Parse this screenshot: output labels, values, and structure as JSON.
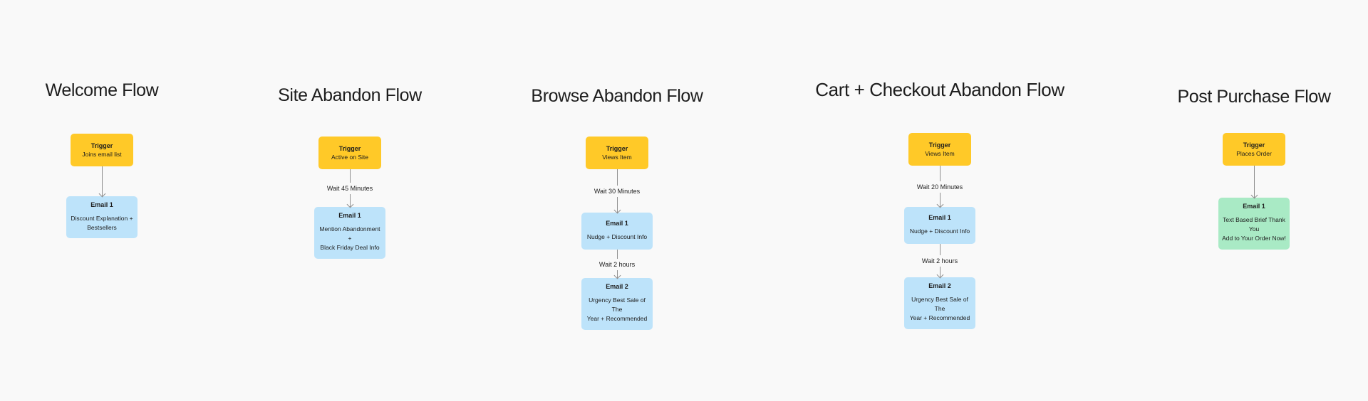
{
  "colors": {
    "background": "#F9F9F9",
    "trigger": "#FFC928",
    "email": "#BDE3FA",
    "email_green": "#A9EAC5",
    "arrow": "#8F8F8F",
    "text": "#1D1D1D"
  },
  "flows": [
    {
      "title": "Welcome Flow",
      "trigger": {
        "label": "Trigger",
        "event": "Joins email list"
      },
      "steps": [
        {
          "wait": "",
          "email": {
            "label": "Email 1",
            "desc": "Discount Explanation +\nBestsellers"
          }
        }
      ]
    },
    {
      "title": "Site Abandon Flow",
      "trigger": {
        "label": "Trigger",
        "event": "Active on Site"
      },
      "steps": [
        {
          "wait": "Wait 45 Minutes",
          "email": {
            "label": "Email 1",
            "desc": "Mention Abandonment +\nBlack Friday Deal Info"
          }
        }
      ]
    },
    {
      "title": "Browse Abandon Flow",
      "trigger": {
        "label": "Trigger",
        "event": "Views Item"
      },
      "steps": [
        {
          "wait": "Wait 30 Minutes",
          "email": {
            "label": "Email 1",
            "desc": "Nudge + Discount Info"
          }
        },
        {
          "wait": "Wait 2 hours",
          "email": {
            "label": "Email 2",
            "desc": "Urgency Best Sale of The\nYear + Recommended"
          }
        }
      ]
    },
    {
      "title": "Cart + Checkout Abandon Flow",
      "trigger": {
        "label": "Trigger",
        "event": "Views Item"
      },
      "steps": [
        {
          "wait": "Wait 20 Minutes",
          "email": {
            "label": "Email 1",
            "desc": "Nudge + Discount Info"
          }
        },
        {
          "wait": "Wait 2 hours",
          "email": {
            "label": "Email 2",
            "desc": "Urgency Best Sale of The\nYear + Recommended"
          }
        }
      ]
    },
    {
      "title": "Post Purchase Flow",
      "trigger": {
        "label": "Trigger",
        "event": "Places Order"
      },
      "steps": [
        {
          "wait": "",
          "email": {
            "label": "Email 1",
            "desc": "Text Based Brief Thank You\nAdd to Your Order Now!"
          }
        }
      ]
    }
  ]
}
